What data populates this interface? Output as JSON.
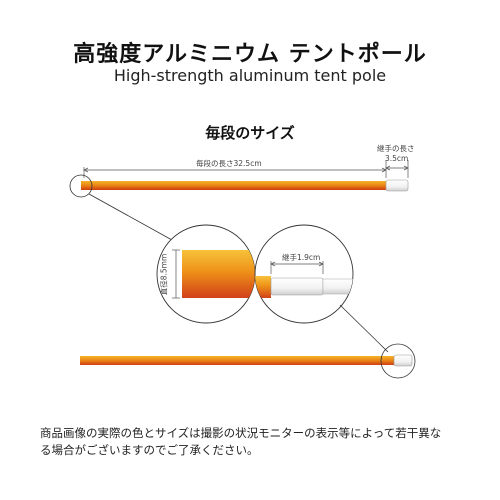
{
  "header": {
    "title_jp": "高強度アルミニウム テントポール",
    "title_en": "High-strength aluminum tent pole"
  },
  "size_section": {
    "title": "毎段のサイズ",
    "segment_length_label": "毎段の長さ32.5cm",
    "joint_length_label_line1": "継手の長さ",
    "joint_length_label_line2": "3.5cm",
    "diameter_label": "直径8.5mm",
    "joint_diameter_label": "継手1.9cm"
  },
  "colors": {
    "pole_top": "#f3a21a",
    "pole_mid": "#e77e12",
    "pole_bottom": "#cf3c10",
    "joint": "#ffffff",
    "line": "#333333"
  },
  "footer": {
    "note_line1": "商品画像の実際の色とサイズは撮影の状況モニターの表示等によって若干異な",
    "note_line2": "る場合がございますのでご了承ください。"
  }
}
